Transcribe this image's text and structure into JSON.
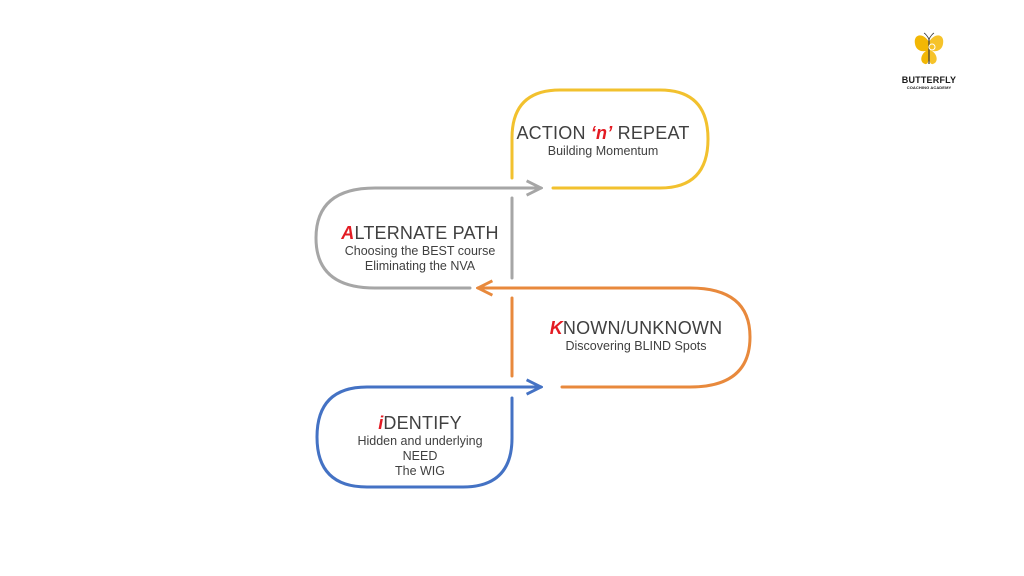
{
  "colors": {
    "yellow": "#f2c12e",
    "gray": "#a6a6a6",
    "orange": "#e8893c",
    "blue": "#4472c4",
    "accent_red": "#e31b23",
    "text": "#404040"
  },
  "logo": {
    "brand": "BUTTERFLY",
    "tagline": "COACHING ACADEMY",
    "icon": "butterfly-icon"
  },
  "stages": {
    "action": {
      "title_prefix": "ACTION ",
      "title_accent": "‘n’",
      "title_suffix": " REPEAT",
      "lines": [
        "Building Momentum"
      ]
    },
    "alternate": {
      "title_accent": "A",
      "title_suffix": "LTERNATE PATH",
      "lines": [
        "Choosing the BEST course",
        "Eliminating the NVA"
      ]
    },
    "known": {
      "title_accent": "K",
      "title_suffix": "NOWN/UNKNOWN",
      "lines": [
        "Discovering BLIND Spots"
      ]
    },
    "identify": {
      "title_accent": "i",
      "title_suffix": "DENTIFY",
      "lines": [
        "Hidden and underlying",
        "NEED",
        "The WIG"
      ]
    }
  }
}
